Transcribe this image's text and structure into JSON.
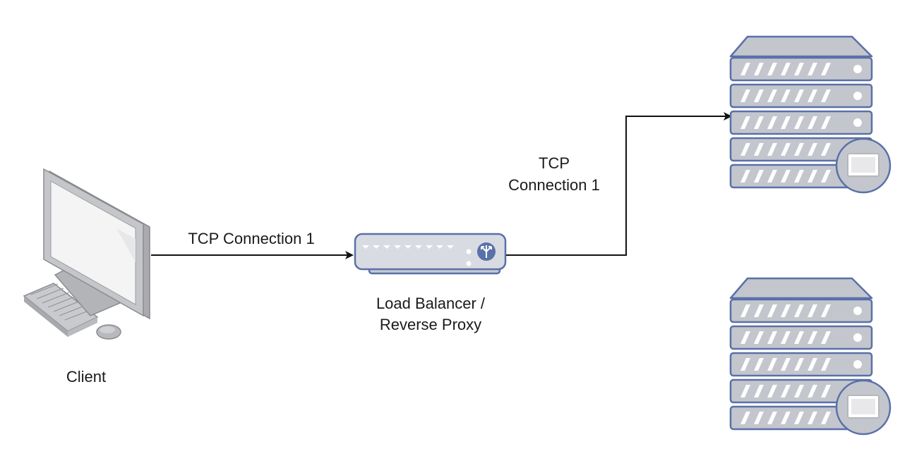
{
  "nodes": {
    "client": {
      "label": "Client",
      "icon": "desktop-computer-icon"
    },
    "load_balancer": {
      "label_lines": [
        "Load Balancer /",
        "Reverse Proxy"
      ],
      "icon": "load-balancer-icon"
    },
    "server_top": {
      "icon": "server-rack-icon"
    },
    "server_bottom": {
      "icon": "server-rack-icon"
    }
  },
  "edges": {
    "client_to_lb": {
      "label": "TCP Connection 1"
    },
    "lb_to_server": {
      "label_lines": [
        "TCP",
        "Connection 1"
      ]
    }
  },
  "colors": {
    "server_fill": "#c3c6cc",
    "server_stroke": "#5a70a8",
    "lb_fill": "#d9dbe3",
    "lb_stroke": "#5a70a8",
    "edge": "#111111",
    "monitor_frame": "#b5b7bb"
  }
}
